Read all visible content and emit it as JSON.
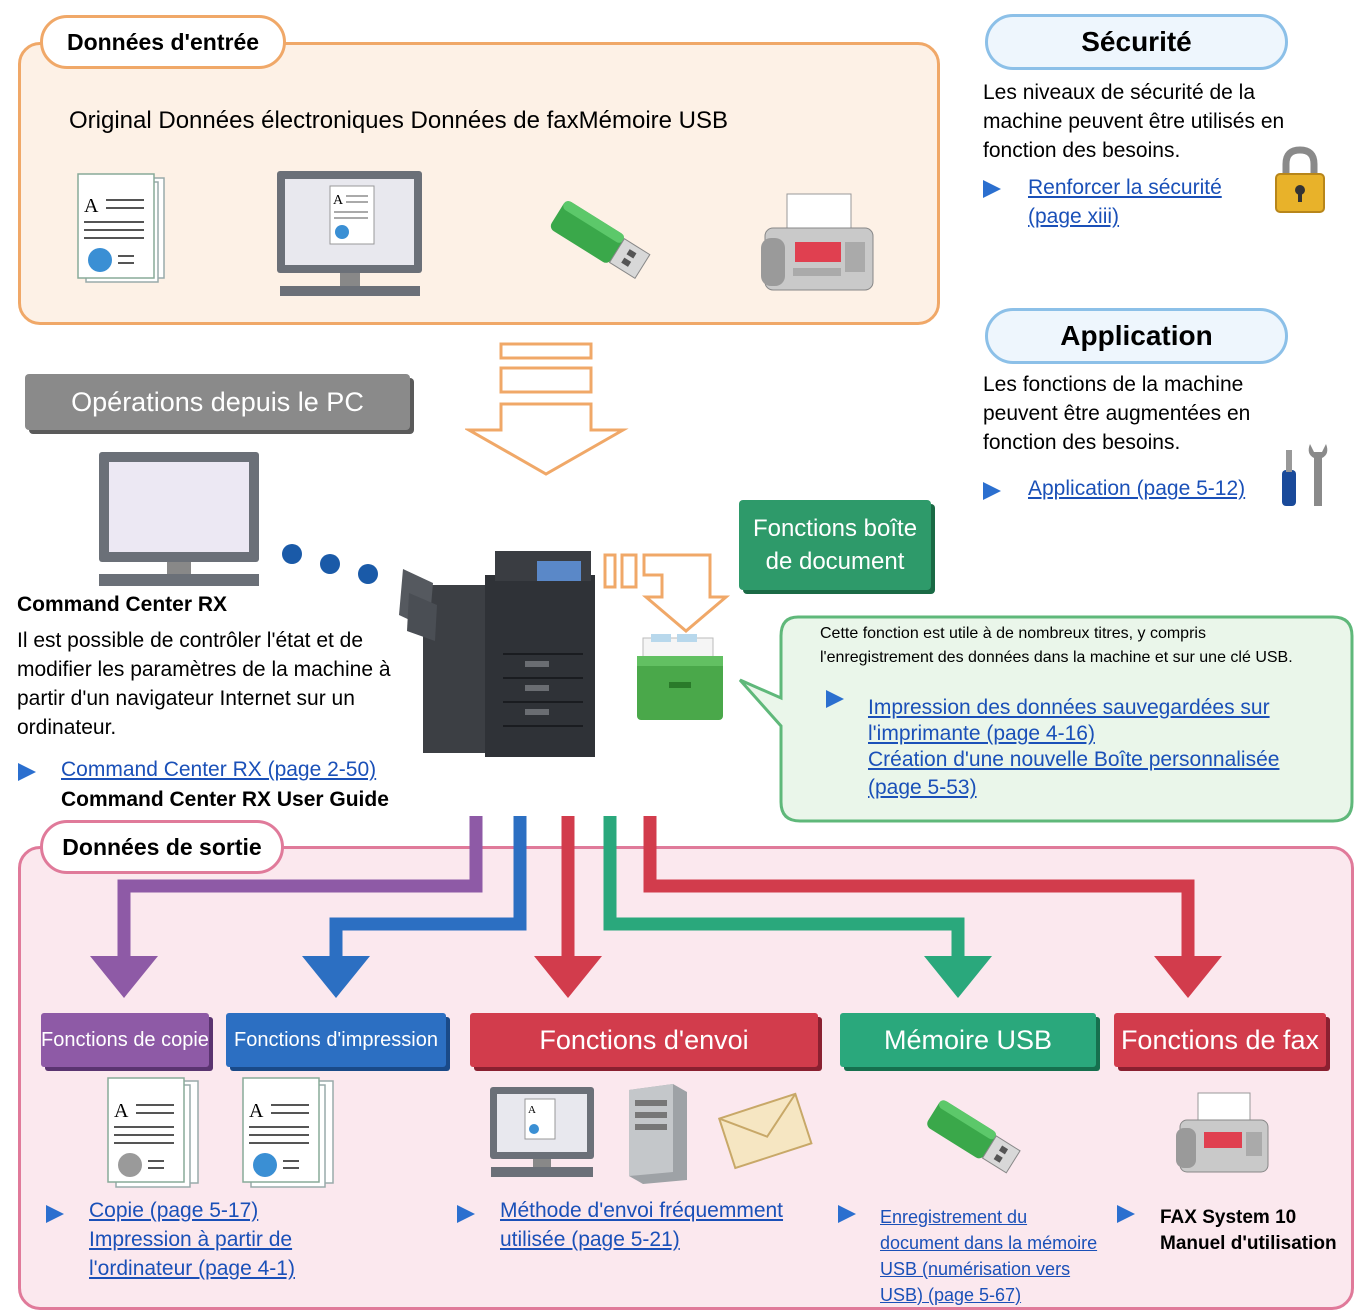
{
  "input": {
    "title": "Données d'entrée",
    "sources_line": "Original Données électroniques Données de faxMémoire USB"
  },
  "security": {
    "title": "Sécurité",
    "text": "Les niveaux de sécurité de la machine peuvent être utilisés en fonction des besoins.",
    "link_line1": "Renforcer la sécurité",
    "link_line2": "(page xiii)"
  },
  "application": {
    "title": "Application",
    "text": "Les fonctions de la machine peuvent être augmentées en fonction des besoins.",
    "link": "Application (page 5-12)"
  },
  "pc_ops": {
    "title": "Opérations depuis le PC"
  },
  "command_center": {
    "title": "Command Center RX",
    "text": "Il est possible de contrôler l'état et de modifier les paramètres de la machine à partir d'un navigateur Internet sur un ordinateur.",
    "link": "Command Center RX (page 2-50)",
    "guide": "Command Center RX User Guide"
  },
  "doc_box": {
    "label_line1": "Fonctions boîte",
    "label_line2": "de document",
    "bubble_text_line1": "Cette fonction est utile à de nombreux titres, y compris",
    "bubble_text_line2": "l'enregistrement des données dans la machine et sur une clé USB.",
    "link1_line1": "Impression des données sauvegardées sur",
    "link1_line2": "l'imprimante (page 4-16)",
    "link2_line1": "Création d'une nouvelle Boîte personnalisée",
    "link2_line2": "(page 5-53)"
  },
  "output": {
    "title": "Données de sortie",
    "copy_label": "Fonctions de copie",
    "print_label": "Fonctions d'impression",
    "send_label": "Fonctions d'envoi",
    "usb_label": "Mémoire USB",
    "fax_label": "Fonctions de fax",
    "copy_link1": "Copie (page 5-17)",
    "copy_link2_line1": "Impression à partir de",
    "copy_link2_line2": "l'ordinateur (page 4-1)",
    "send_link_line1": "Méthode d'envoi fréquemment",
    "send_link_line2": "utilisée (page 5-21)",
    "usb_link_line1": "Enregistrement du",
    "usb_link_line2": "document dans la mémoire",
    "usb_link_line3": "USB (numérisation vers",
    "usb_link_line4": "USB) (page 5-67)",
    "fax_manual_line1": "FAX System 10",
    "fax_manual_line2": "Manuel d'utilisation"
  },
  "colors": {
    "input_border": "#f0a868",
    "input_fill": "#fdf1e6",
    "output_border": "#e07a9a",
    "output_fill": "#fbe8ee",
    "bubble_border": "#5fb87a",
    "bubble_fill": "#eaf6ea",
    "purple": "#8e5aa6",
    "blue": "#2c6fc2",
    "red": "#d23c4c",
    "green": "#2aa87c",
    "link": "#1a50b8"
  }
}
